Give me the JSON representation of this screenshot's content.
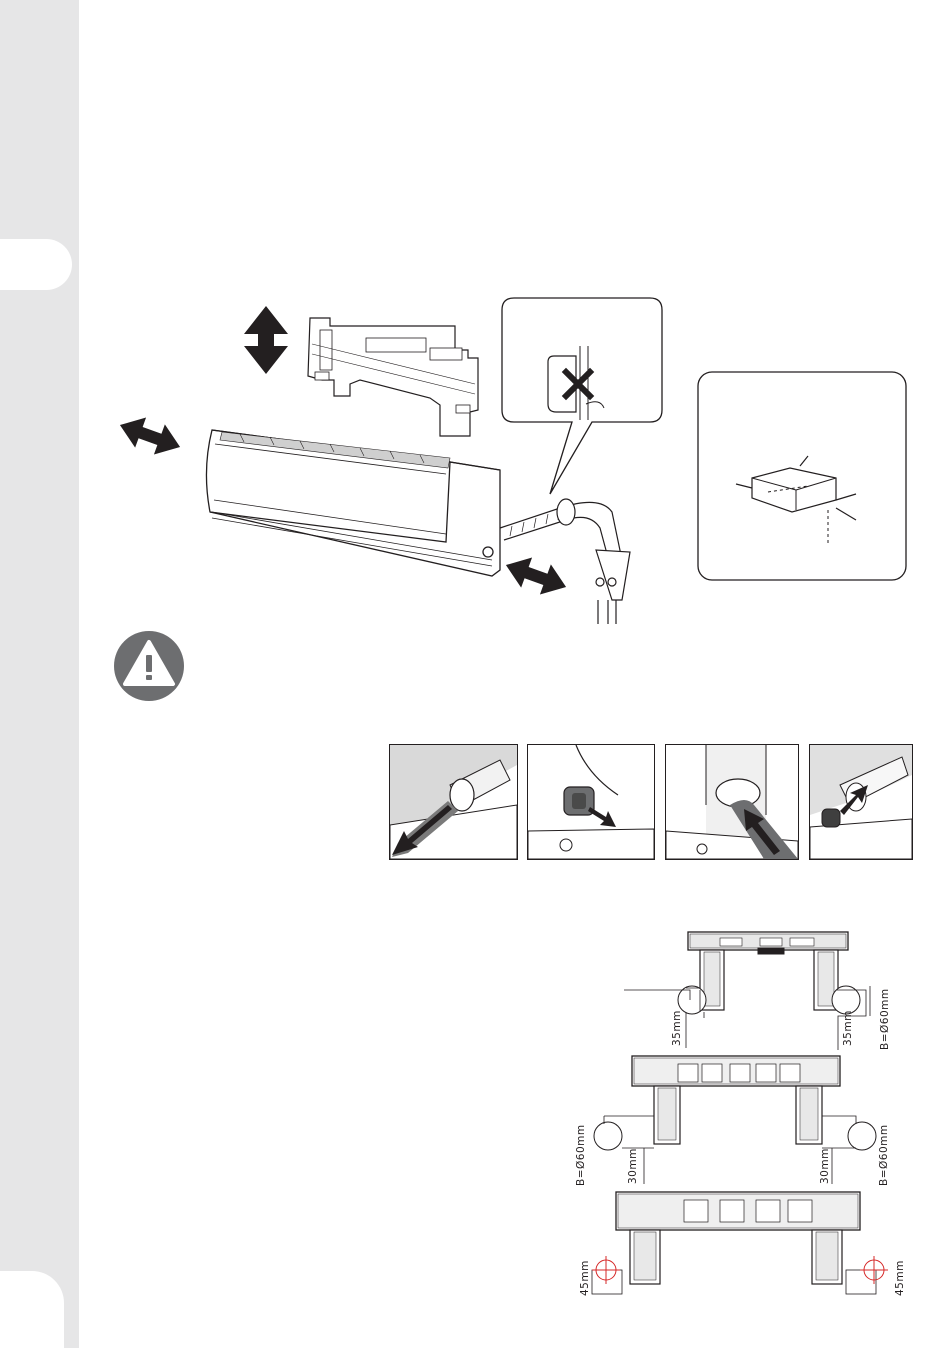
{
  "measurements": {
    "top_left": "35mm",
    "top_right": "35mm",
    "top_hole": "B=Ø60mm",
    "middle_left_hole": "B=Ø60mm",
    "middle_left": "30mm",
    "middle_right": "30mm",
    "middle_right_hole": "B=Ø60mm",
    "bottom_left": "45mm",
    "bottom_right": "45mm"
  },
  "colors": {
    "sidebar": "#e6e6e7",
    "warning_icon": "#6d6e70",
    "line": "#231f20",
    "photo_grey": "#8a8a8a"
  },
  "icons": {
    "warning": "warning-icon",
    "prohibited": "cross-icon",
    "arrows": "double-arrow-icon"
  }
}
